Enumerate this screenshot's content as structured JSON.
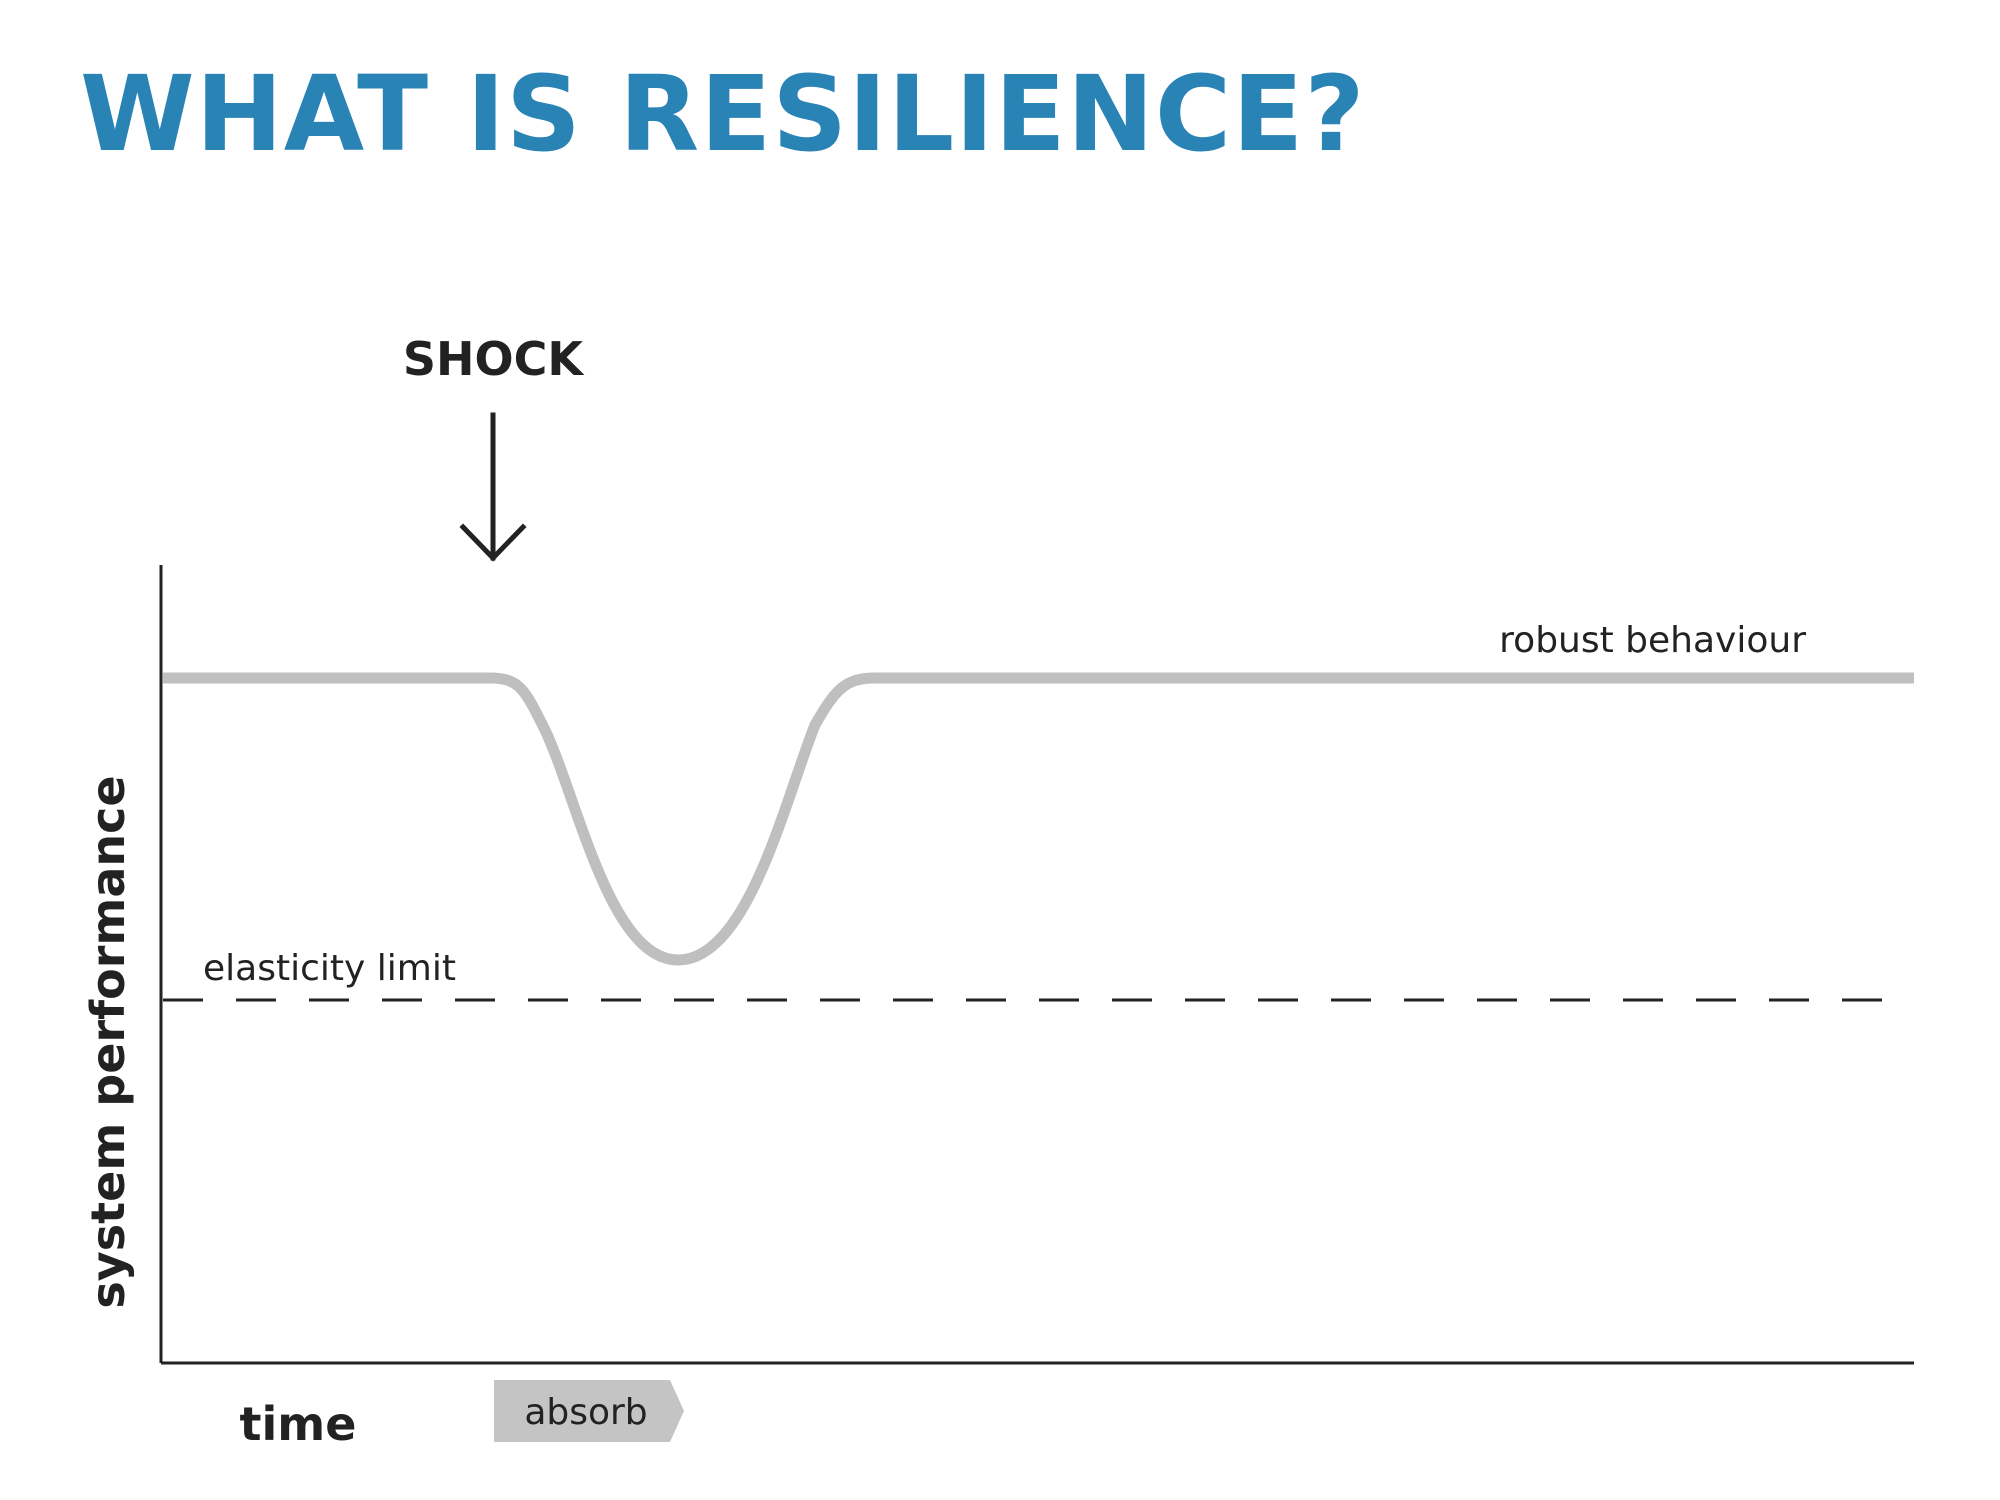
{
  "title": "WHAT IS RESILIENCE?",
  "shock": {
    "label": "SHOCK"
  },
  "curve": {
    "label": "robust behaviour"
  },
  "threshold": {
    "label": "elasticity limit"
  },
  "axes": {
    "y_label": "system performance",
    "x_label": "time"
  },
  "phase": {
    "label": "absorb"
  },
  "colors": {
    "title": "#2A83B5",
    "curve": "#BFBFBF",
    "ink": "#222222",
    "phase_fill": "#C4C4C4"
  }
}
